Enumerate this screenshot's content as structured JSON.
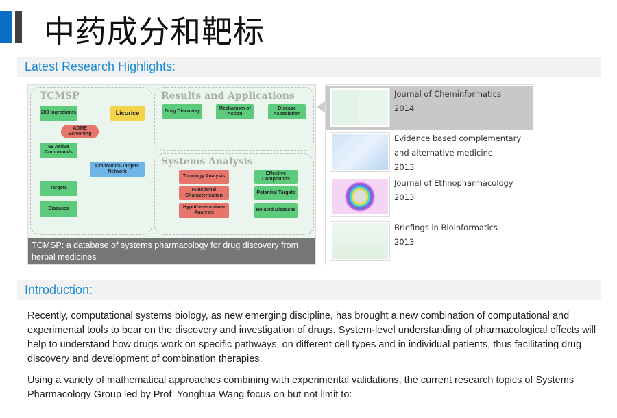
{
  "page_title": "中药成分和靶标",
  "highlights": {
    "heading": "Latest Research Highlights:",
    "figure": {
      "labels": {
        "tcmsp": "TCMSP",
        "results": "Results and Applications",
        "systems": "Systems Analysis"
      },
      "boxes": {
        "ingredients": "280 Ingredients",
        "licorice": "Licorice",
        "adme": "ADME Screening",
        "active": "69 Active Compounds",
        "network": "Cmpounds-Targets Network",
        "targets": "Targets",
        "diseases": "Diseases",
        "drug": "Drug Discovery",
        "mechanism": "Mechanism of Action",
        "disease_assoc": "Disease Association",
        "topology": "Topology Analysis",
        "functional": "Functional Characterization",
        "hypothesis": "Hypothesis-driven Analysis",
        "effective": "Effective Compounds",
        "potential": "Potential Targets",
        "related": "Related Diseases"
      },
      "caption": "TCMSP: a database of systems pharmacology for drug discovery from herbal medicines"
    },
    "items": [
      {
        "journal": "Journal of Cheminformatics",
        "year": "2014",
        "active": true
      },
      {
        "journal": "Evidence based complementary and alternative medicine",
        "year": "2013"
      },
      {
        "journal": "Journal of Ethnopharmacology",
        "year": "2013"
      },
      {
        "journal": "Briefings in Bioinformatics",
        "year": "2013"
      }
    ]
  },
  "introduction": {
    "heading": "Introduction:",
    "paragraphs": [
      "Recently, computational systems biology, as new emerging discipline, has brought a new combination of computational and experimental tools to bear on the discovery and investigation of drugs. System-level understanding of pharmacological effects will help to understand how drugs work on specific pathways, on different cell types and in individual patients, thus facilitating drug discovery and development of combination therapies.",
      "Using a variety of mathematical approaches combining with experimental validations, the current research topics of Systems Pharmacology Group led by Prof. Yonghua Wang focus on but not limit to:"
    ]
  }
}
